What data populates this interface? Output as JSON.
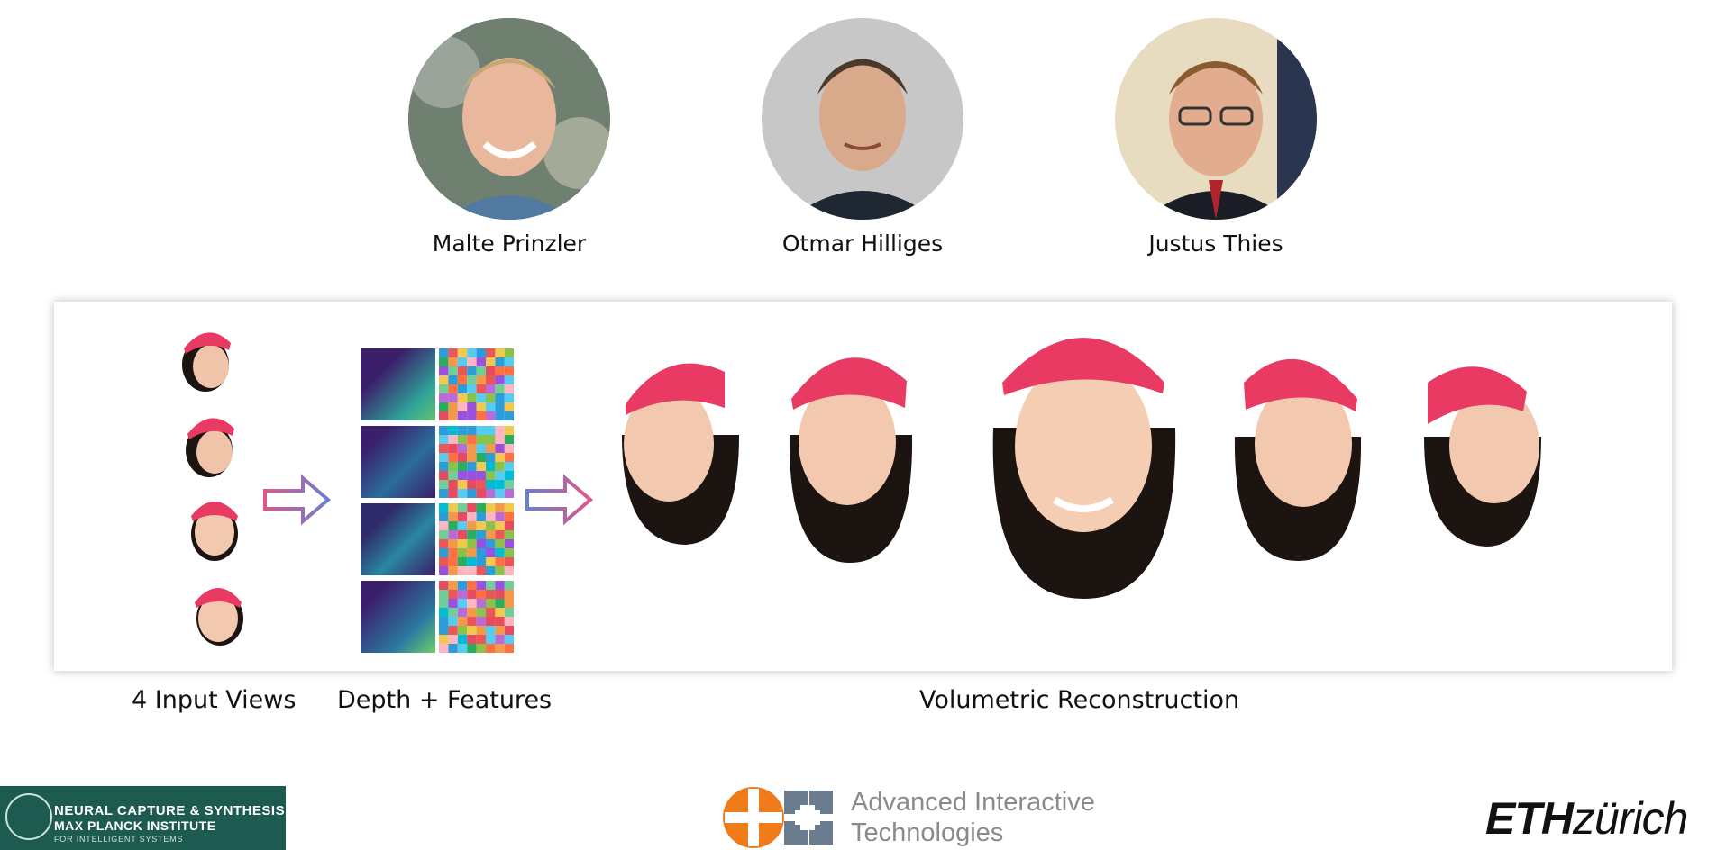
{
  "authors": [
    {
      "name": "Malte Prinzler"
    },
    {
      "name": "Otmar Hilliges"
    },
    {
      "name": "Justus Thies"
    }
  ],
  "captions": {
    "input_views": "4 Input Views",
    "depth_features": "Depth + Features",
    "volumetric": "Volumetric Reconstruction"
  },
  "footer": {
    "mpi_line1": "NEURAL CAPTURE & SYNTHESIS",
    "mpi_line2": "MAX PLANCK INSTITUTE",
    "mpi_line3": "FOR INTELLIGENT SYSTEMS",
    "ait_line1": "Advanced Interactive",
    "ait_line2": "Technologies",
    "eth_bold": "ETH",
    "eth_rest": "zürich"
  },
  "colors": {
    "cap_pink": "#e83a62",
    "depth_purple": "#3b1f6b",
    "depth_teal": "#2fa39a",
    "mpi_green": "#1d5a4f",
    "ait_orange": "#f07b1b",
    "ait_gray": "#6b7c8f"
  },
  "icons": [
    "face-photo",
    "arrow-right-icon",
    "feature-grid",
    "ait-logo-icon",
    "mpi-seal-icon"
  ]
}
